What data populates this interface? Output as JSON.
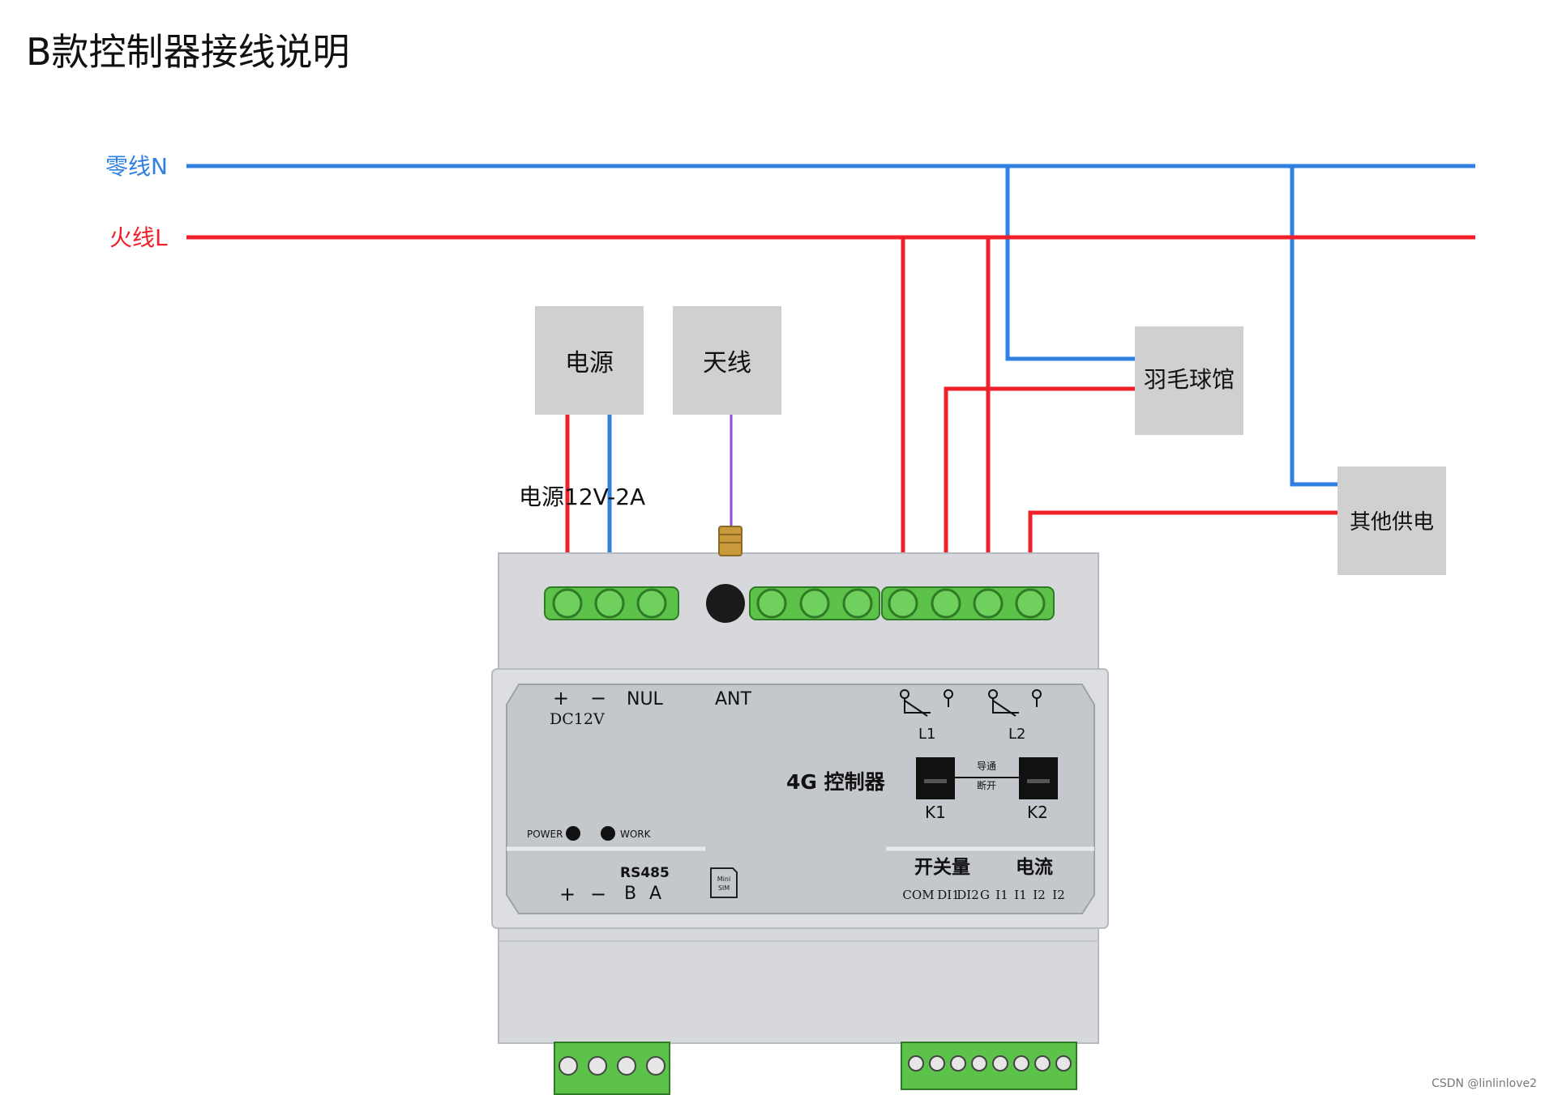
{
  "title": "B款控制器接线说明",
  "colors": {
    "neutral": "#2f80e0",
    "live": "#f0202a",
    "antenna": "#8a4fd6",
    "box": "#d0d0d0",
    "terminal": "#5cc24a",
    "device": "#d4d7dc",
    "panel": "#c4c7cc"
  },
  "lines": {
    "neutral_label": "零线N",
    "live_label": "火线L"
  },
  "boxes": {
    "power": "电源",
    "antenna": "天线",
    "badminton": "羽毛球馆",
    "other": "其他供电"
  },
  "power_note": "电源12V-2A",
  "device": {
    "plus": "+",
    "minus": "−",
    "dc12v": "DC12V",
    "nul": "NUL",
    "ant": "ANT",
    "relay1": "L1",
    "relay2": "L2",
    "name": "4G 控制器",
    "switch_on": "导通",
    "switch_off": "断开",
    "k1": "K1",
    "k2": "K2",
    "power_led": "POWER",
    "work_led": "WORK",
    "rs485": "RS485",
    "rs_plus": "+",
    "rs_minus": "−",
    "rs_b": "B",
    "rs_a": "A",
    "sim_line1": "Mini",
    "sim_line2": "SIM",
    "di_group": "开关量",
    "cur_group": "电流",
    "io_labels": [
      "COM",
      "DI1",
      "DI2",
      "G",
      "I1",
      "I1",
      "I2",
      "I2"
    ]
  },
  "watermark": "CSDN @linlinlove2"
}
